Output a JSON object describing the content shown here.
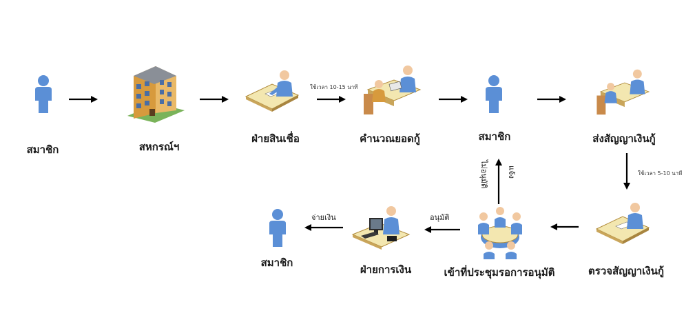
{
  "nodes": {
    "member_1": "สมาชิก",
    "cooperative": "สหกรณ์ฯ",
    "credit_dept": "ฝ่ายสินเชื่อ",
    "calc_loan": "คำนวณยอดกู้",
    "member_2": "สมาชิก",
    "send_contract": "ส่งสัญญาเงินกู้",
    "check_contract": "ตรวจสัญญาเงินกู้",
    "meeting": "เข้าที่ประชุมรอการอนุมัติ",
    "finance_dept": "ฝ่ายการเงิน",
    "member_3": "สมาชิก"
  },
  "notes": {
    "time_credit": "ใช้เวลา 10-15 นาที",
    "time_contract": "ใช้เวลา 5-10 นาที"
  },
  "edges": {
    "not_approved": "ไม่อนุมัติ",
    "notify": "แจ้ง",
    "approved": "อนุมัติ",
    "pay_out": "จ่ายเงิน"
  },
  "colors": {
    "person_fill": "#5b8fd6",
    "arrow": "#000000",
    "desk": "#f3e7b0",
    "building_wall": "#d79a3d"
  },
  "icons": {
    "person": "person-icon",
    "building": "building-icon",
    "clerk": "clerk-at-desk-icon",
    "consult": "consultation-icon",
    "meeting": "meeting-icon",
    "computer": "computer-workstation-icon"
  }
}
